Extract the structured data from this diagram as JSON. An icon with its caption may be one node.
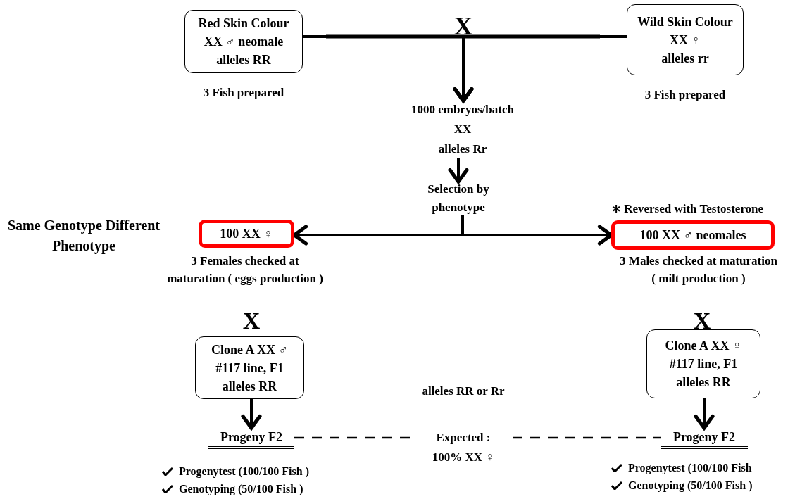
{
  "diagram": {
    "nodes": [
      {
        "text": [
          "Red Skin Colour",
          "XX ♂ neomale",
          "alleles RR"
        ],
        "beside": [
          "3 Fish prepared"
        ]
      },
      {
        "text": [
          "Wild Skin Colour",
          "XX ♀",
          "alleles rr"
        ],
        "beside": [
          "3 Fish prepared"
        ]
      },
      {
        "text": [
          "1000 embryos/batch",
          "XX",
          "alleles Rr"
        ]
      },
      {
        "text": [
          "Selection by phenotype"
        ]
      },
      {
        "text": [
          "100 XX ♀"
        ],
        "beside": [
          "3 Females checked at maturation ( eggs production )"
        ]
      },
      {
        "text": [
          "100 XX ♂ neomales"
        ],
        "beside": [
          "∗ Reversed with Testosterone",
          "3 Males checked at maturation ( milt production )"
        ]
      },
      {
        "text": [
          "Clone A XX ♂",
          "#117 line, F1",
          "alleles RR"
        ]
      },
      {
        "text": [
          "Clone A XX ♀",
          "#117 line, F1",
          "alleles RR"
        ]
      },
      {
        "text": [
          "Progeny F2"
        ]
      },
      {
        "text": [
          "Progeny F2"
        ]
      },
      {
        "text": [
          "Expected :",
          "100% XX ♀"
        ]
      }
    ],
    "edges": [
      {
        "from": 0,
        "to": 2,
        "arrow": "to"
      },
      {
        "from": 1,
        "to": 2,
        "arrow": "to"
      },
      {
        "from": 2,
        "to": 3,
        "arrow": "to"
      },
      {
        "from": 3,
        "to": 4,
        "arrow": "to"
      },
      {
        "from": 3,
        "to": 5,
        "arrow": "to"
      },
      {
        "from": 6,
        "to": 8,
        "arrow": "to"
      },
      {
        "from": 7,
        "to": 9,
        "arrow": "to"
      },
      {
        "from": 8,
        "to": 10,
        "arrow": "none",
        "style": "dashed"
      },
      {
        "from": 10,
        "to": 9,
        "arrow": "none",
        "style": "dashed"
      }
    ],
    "labels": [
      "X",
      "Same Genotype Different Phenotype",
      "X",
      "X",
      "alleles RR or Rr",
      "Progenytest (100/100 Fish )",
      "Genotyping (50/100 Fish )",
      "Progenytest (100/100 Fish",
      "Genotyping (50/100 Fish )"
    ]
  }
}
